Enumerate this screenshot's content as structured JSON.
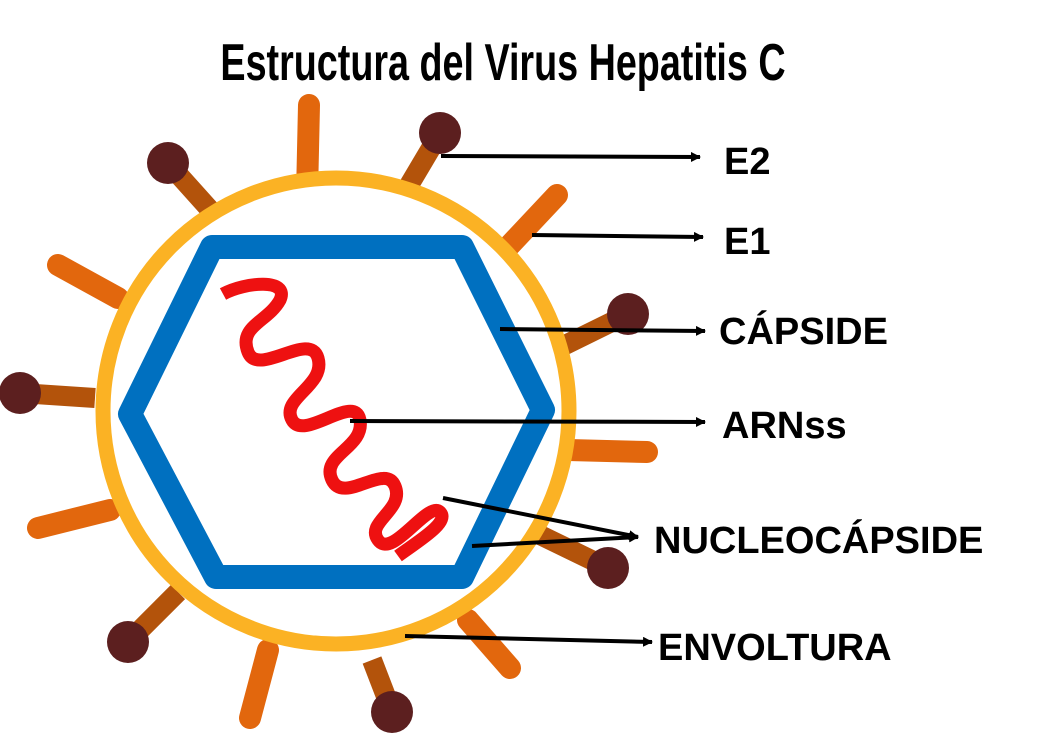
{
  "title": "Estructura del Virus Hepatitis C",
  "labels": {
    "e2": "E2",
    "e1": "E1",
    "capside": "CÁPSIDE",
    "arnss": "ARNss",
    "nucleocapside": "NUCLEOCÁPSIDE",
    "envoltura": "ENVOLTURA"
  },
  "colors": {
    "envelope": "#fbb224",
    "capsid": "#0070c0",
    "rna": "#ee1111",
    "e1_protein": "#e2670d",
    "e2_stalk": "#b3530b",
    "e2_head": "#5c1f1f",
    "arrow": "#000000",
    "text": "#000000"
  }
}
